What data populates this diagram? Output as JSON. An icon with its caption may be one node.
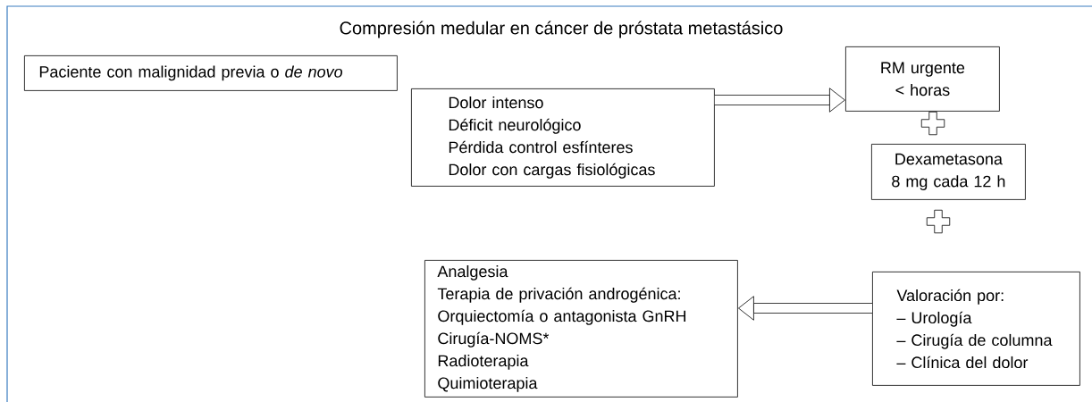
{
  "diagram": {
    "title": "Compresión medular en cáncer de próstata metastásico",
    "nodes": [
      {
        "text": [
          "Paciente con malignidad previa o *de novo*"
        ]
      },
      {
        "text": [
          "Dolor intenso",
          "Déficit neurológico",
          "Pérdida control esfínteres",
          "Dolor con cargas fisiológicas"
        ]
      },
      {
        "text": [
          "RM urgente",
          "< horas"
        ]
      },
      {
        "text": [
          "Dexametasona",
          "8 mg cada 12 h"
        ]
      },
      {
        "text": [
          "Analgesia",
          "Terapia de privación androgénica:",
          "Orquiectomía o antagonista GnRH",
          "Cirugía-NOMS*",
          "Radioterapia",
          "Quimioterapia"
        ]
      },
      {
        "text": [
          "Valoración por:",
          "– Urología",
          "– Cirugía de columna",
          "– Clínica del dolor"
        ]
      }
    ],
    "edges": [
      {
        "from": 1,
        "to": 2,
        "arrow": "to"
      },
      {
        "from": 5,
        "to": 4,
        "arrow": "to"
      }
    ]
  }
}
